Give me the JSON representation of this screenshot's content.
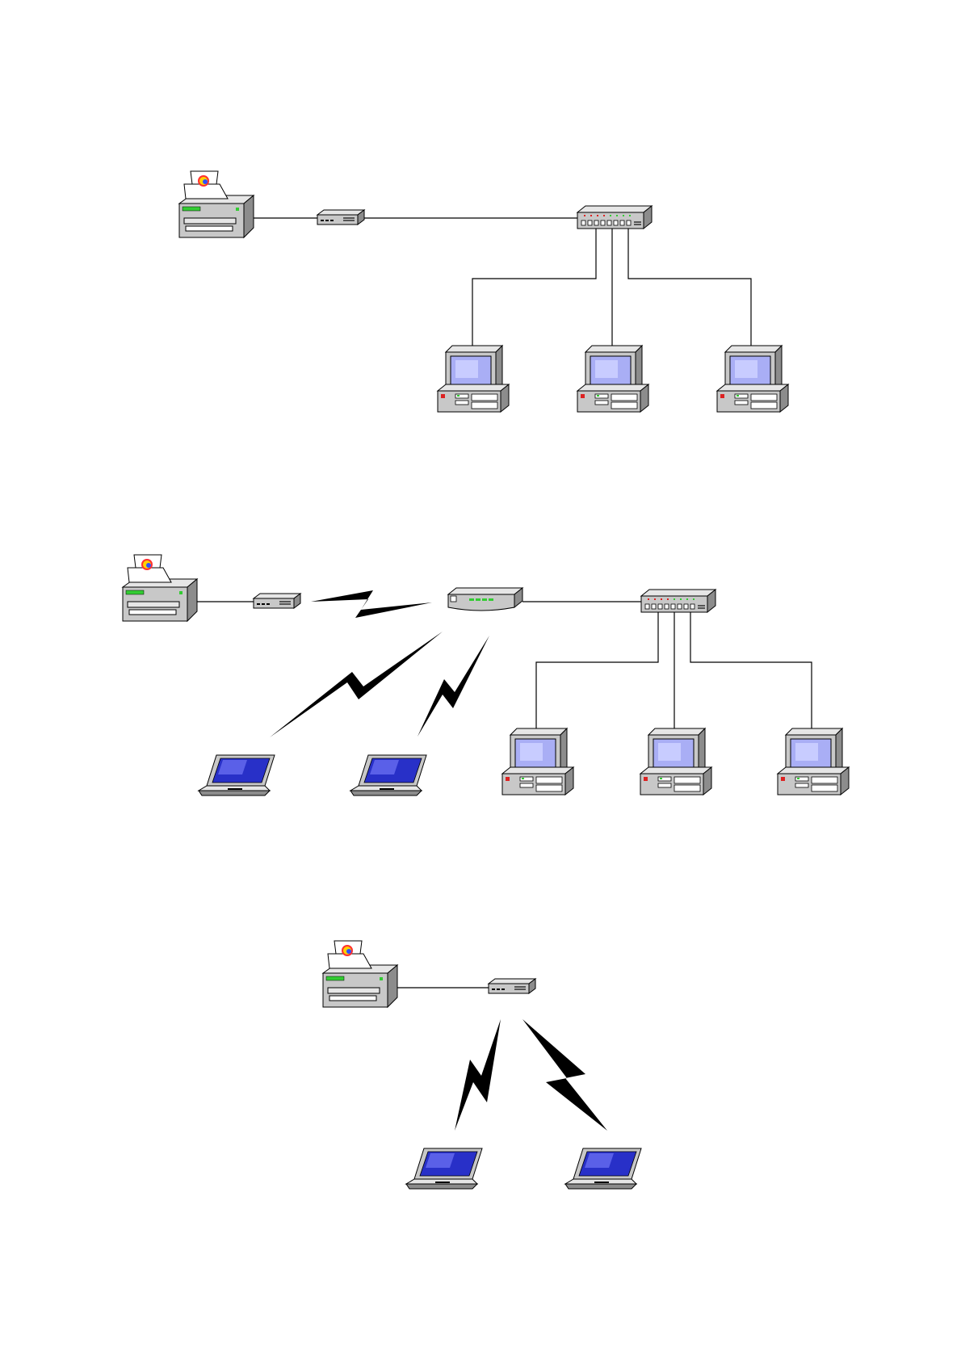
{
  "diagrams": [
    {
      "id": "wired-network",
      "description_nodes": [
        "printer",
        "print-server",
        "switch",
        "desktop",
        "desktop",
        "desktop"
      ]
    },
    {
      "id": "hybrid-network",
      "description_nodes": [
        "printer",
        "print-server",
        "wireless-access-point",
        "switch",
        "laptop",
        "laptop",
        "desktop",
        "desktop",
        "desktop"
      ]
    },
    {
      "id": "wireless-network",
      "description_nodes": [
        "printer",
        "wireless-print-server",
        "laptop",
        "laptop"
      ]
    }
  ],
  "colors": {
    "device_body": "#c8c8c8",
    "device_shadow": "#8c8c8c",
    "monitor_screen": "#a9aef5",
    "laptop_screen": "#2830c8",
    "led_green": "#33cc33",
    "led_red": "#dd2222",
    "line": "#000000"
  },
  "icons": [
    "printer-icon",
    "print-server-icon",
    "switch-icon",
    "wireless-access-point-icon",
    "desktop-computer-icon",
    "laptop-icon",
    "wireless-link-icon"
  ]
}
